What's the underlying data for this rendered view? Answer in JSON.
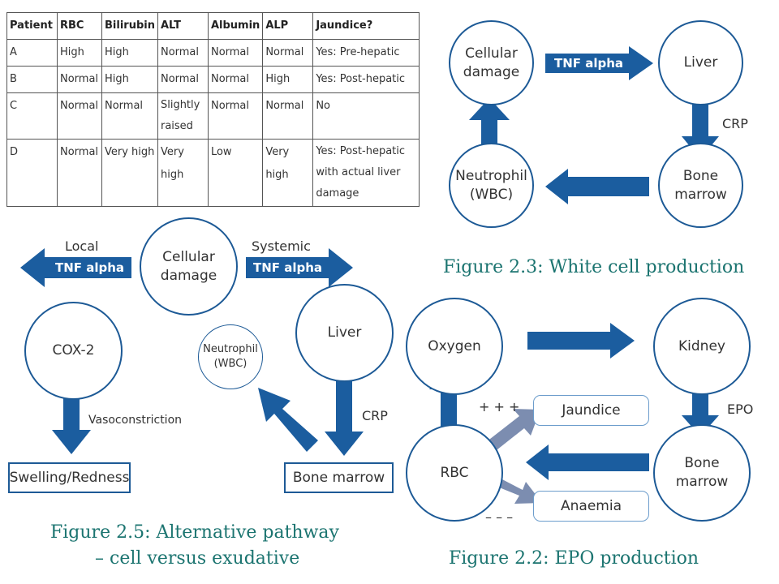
{
  "table": {
    "headers": [
      "Patient",
      "RBC",
      "Bilirubin",
      "ALT",
      "Albumin",
      "ALP",
      "Jaundice?"
    ],
    "rows": [
      [
        "A",
        "High",
        "High",
        "Normal",
        "Normal",
        "Normal",
        "Yes: Pre-hepatic"
      ],
      [
        "B",
        "Normal",
        "High",
        "Normal",
        "Normal",
        "High",
        "Yes: Post-hepatic"
      ],
      [
        "C",
        "Normal",
        "Normal",
        "Slightly raised",
        "Normal",
        "Normal",
        "No"
      ],
      [
        "D",
        "Normal",
        "Very high",
        "Very high",
        "Low",
        "Very high",
        "Yes: Post-hepatic with actual liver damage"
      ]
    ]
  },
  "fig23": {
    "caption": "Figure 2.3: White cell production",
    "cellular_damage": "Cellular\ndamage",
    "liver": "Liver",
    "bone_marrow": "Bone\nmarrow",
    "neutrophil": "Neutrophil\n(WBC)",
    "tnf": "TNF alpha",
    "crp": "CRP"
  },
  "fig25": {
    "caption_line1": "Figure 2.5: Alternative pathway",
    "caption_line2": "– cell versus exudative",
    "cellular_damage": "Cellular\ndamage",
    "local": "Local",
    "local_tnf": "TNF alpha",
    "systemic": "Systemic",
    "systemic_tnf": "TNF alpha",
    "cox2": "COX-2",
    "vasoconstriction": "Vasoconstriction",
    "swelling": "Swelling/Redness",
    "liver": "Liver",
    "neutrophil": "Neutrophil\n(WBC)",
    "crp": "CRP",
    "bone_marrow": "Bone marrow"
  },
  "fig22": {
    "caption": "Figure 2.2: EPO production",
    "oxygen": "Oxygen",
    "kidney": "Kidney",
    "epo": "EPO",
    "bone_marrow": "Bone\nmarrow",
    "rbc": "RBC",
    "jaundice": "Jaundice",
    "anaemia": "Anaemia",
    "plus": "+ + +",
    "minus": "– – –"
  },
  "colors": {
    "arrow_blue": "#1b5d9f",
    "arrow_grey": "#7c8db0",
    "caption_teal": "#1b7470",
    "node_border": "#1d5a96"
  }
}
